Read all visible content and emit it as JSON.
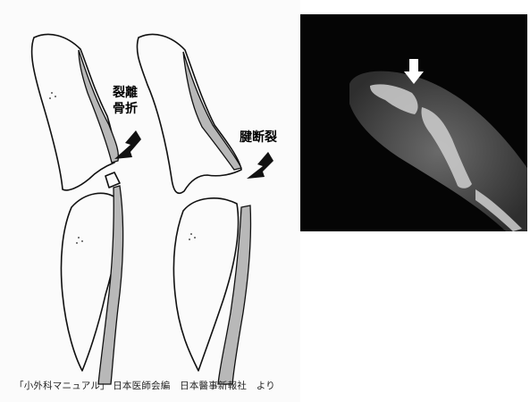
{
  "left_panel": {
    "label_avulsion_line1": "裂離",
    "label_avulsion_line2": "骨折",
    "label_tendon_rupture": "腱断裂",
    "caption": "「小外科マニュアル」 日本医師会編　日本醫事新報社　より"
  },
  "colors": {
    "ink": "#111111",
    "tendon": "#b8b8b8",
    "xray_bg": "#050505",
    "paper": "#fbfbfb"
  },
  "icons": [
    "arrow-down-left-icon",
    "arrow-down-left-icon",
    "arrow-down-icon"
  ]
}
